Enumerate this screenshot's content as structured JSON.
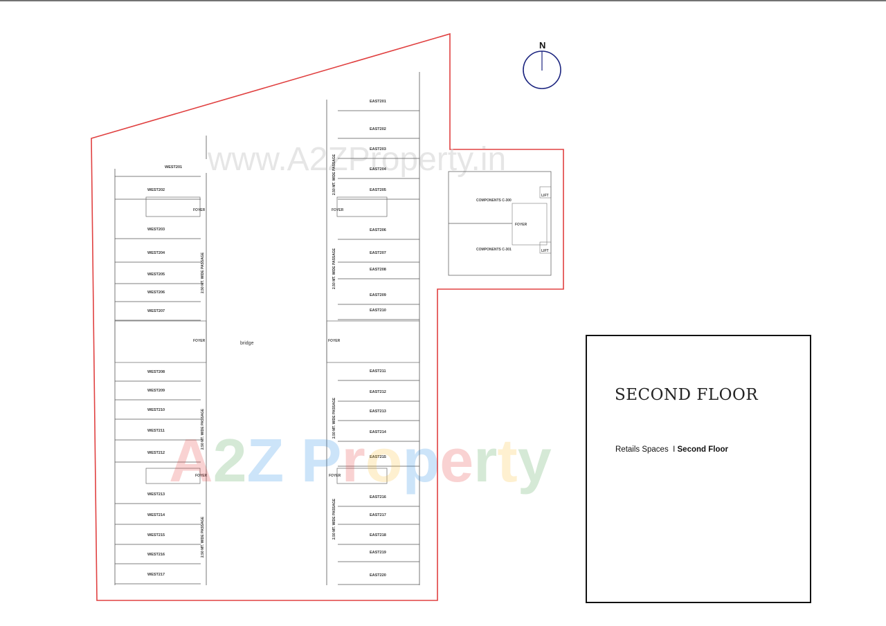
{
  "compass_label": "N",
  "watermark_top": "www.A2ZProperty.in",
  "watermark_center": [
    "A",
    "2",
    "Z",
    " ",
    "P",
    "r",
    "o",
    "p",
    "e",
    "r",
    "t",
    "y"
  ],
  "watermark_colors": [
    "#e53935",
    "#43a047",
    "#1e88e5",
    "#ffffff",
    "#1e88e5",
    "#e53935",
    "#fbc02d",
    "#1e88e5",
    "#e53935",
    "#43a047",
    "#fbc02d",
    "#43a047"
  ],
  "boundary_color": "#e04040",
  "west_units": [
    "WEST201",
    "WEST202",
    "WEST203",
    "WEST204",
    "WEST205",
    "WEST206",
    "WEST207",
    "WEST208",
    "WEST209",
    "WEST210",
    "WEST211",
    "WEST212",
    "WEST213",
    "WEST214",
    "WEST215",
    "WEST216",
    "WEST217"
  ],
  "east_units": [
    "EAST201",
    "EAST202",
    "EAST203",
    "EAST204",
    "EAST205",
    "EAST206",
    "EAST207",
    "EAST208",
    "EAST209",
    "EAST210",
    "EAST211",
    "EAST212",
    "EAST213",
    "EAST214",
    "EAST215",
    "EAST216",
    "EAST217",
    "EAST218",
    "EAST219",
    "EAST220"
  ],
  "foyer_label": "FOYER",
  "bridge_label": "bridge",
  "passage_label": "2.50 MT. WIDE PASSAGE",
  "lift_label": "LIFT",
  "annex_labels": [
    "COMPONENTS C-300",
    "COMPONENTS C-301"
  ],
  "info": {
    "title": "SECOND FLOOR",
    "subtitle_prefix": "Retails Spaces",
    "subtitle_separator": "I",
    "subtitle_bold": "Second Floor"
  }
}
